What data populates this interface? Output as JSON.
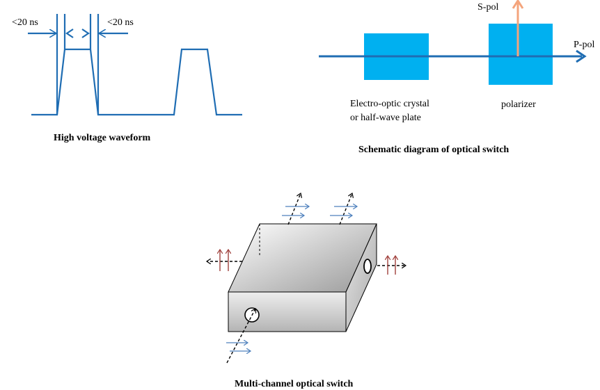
{
  "waveform": {
    "caption": "High voltage waveform",
    "rise_label": "<20 ns",
    "fall_label": "<20 ns",
    "line_color": "#1f6db3"
  },
  "switch_schematic": {
    "caption": "Schematic diagram of optical switch",
    "crystal_label_line1": "Electro-optic crystal",
    "crystal_label_line2": "or half-wave plate",
    "polarizer_label": "polarizer",
    "s_pol_label": "S-pol",
    "p_pol_label": "P-pol",
    "box_color": "#00b0f0",
    "beam_color": "#1f6db3",
    "s_pol_color": "#f4a47c"
  },
  "multichannel": {
    "caption": "Multi-channel optical switch",
    "blue_arrow_color": "#4f81bd",
    "red_arrow_color": "#a0403c"
  }
}
